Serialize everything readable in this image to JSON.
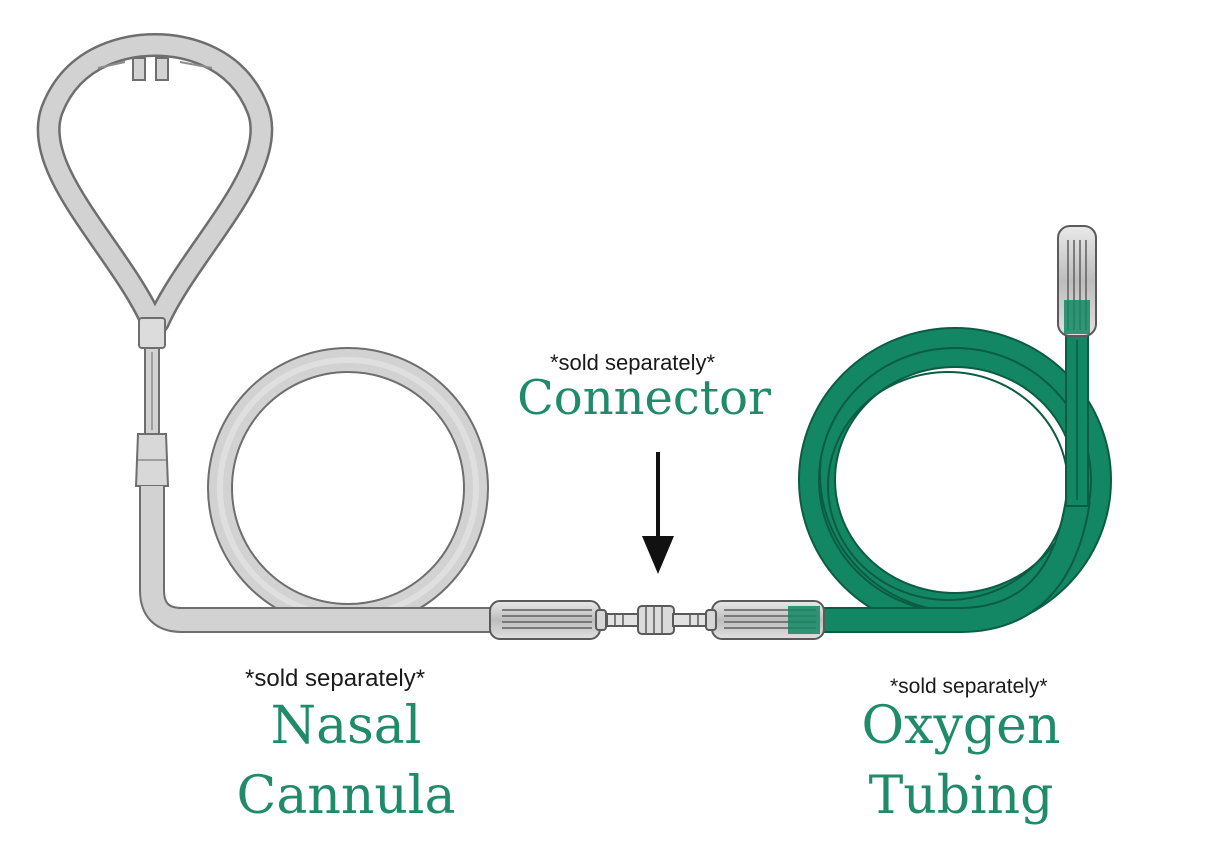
{
  "labels": {
    "connector_note": "*sold separately*",
    "connector_title": "Connector",
    "cannula_note": "*sold separately*",
    "cannula_title_line1": "Nasal",
    "cannula_title_line2": "Cannula",
    "tubing_note": "*sold separately*",
    "tubing_title_line1": "Oxygen",
    "tubing_title_line2": "Tubing"
  },
  "colors": {
    "label_green": "#1f8b6b",
    "tube_green": "#138763",
    "tube_green_dark": "#0b5c43",
    "tube_gray": "#cfcfcf",
    "tube_gray_dark": "#6b6b6b",
    "arrow": "#111111"
  },
  "icons": [
    "nasal-cannula-icon",
    "connector-icon",
    "oxygen-tubing-icon",
    "down-arrow-icon"
  ]
}
